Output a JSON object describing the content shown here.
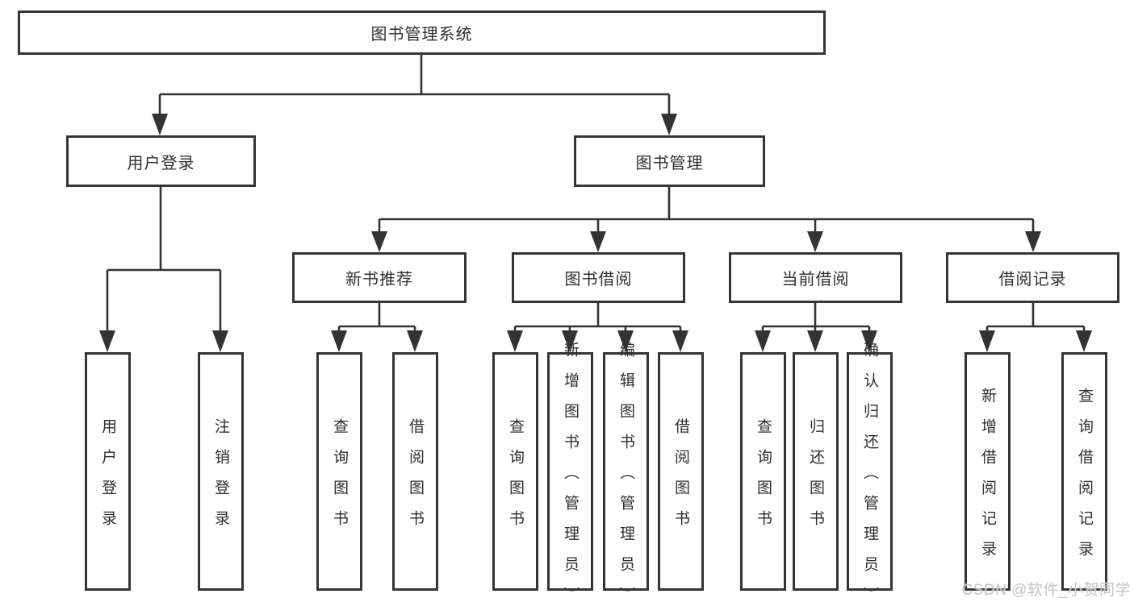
{
  "diagram": {
    "root": "图书管理系统",
    "branches": [
      {
        "label": "用户登录",
        "children": [
          "用户登录",
          "注销登录"
        ]
      },
      {
        "label": "图书管理",
        "groups": [
          {
            "label": "新书推荐",
            "children": [
              "查询图书",
              "借阅图书"
            ]
          },
          {
            "label": "图书借阅",
            "children": [
              "查询图书",
              "新增图书（管理员）",
              "编辑图书（管理员）",
              "借阅图书"
            ]
          },
          {
            "label": "当前借阅",
            "children": [
              "查询图书",
              "归还图书",
              "确认归还（管理员）"
            ]
          },
          {
            "label": "借阅记录",
            "children": [
              "新增借阅记录",
              "查询借阅记录"
            ]
          }
        ]
      }
    ]
  },
  "watermark": "CSDN @软件_小贺同学",
  "colors": {
    "line": "#333333",
    "box_border": "#343434",
    "box_fill": "#ffffff",
    "text": "#2e2e2e",
    "watermark": "#c4c4c4"
  }
}
